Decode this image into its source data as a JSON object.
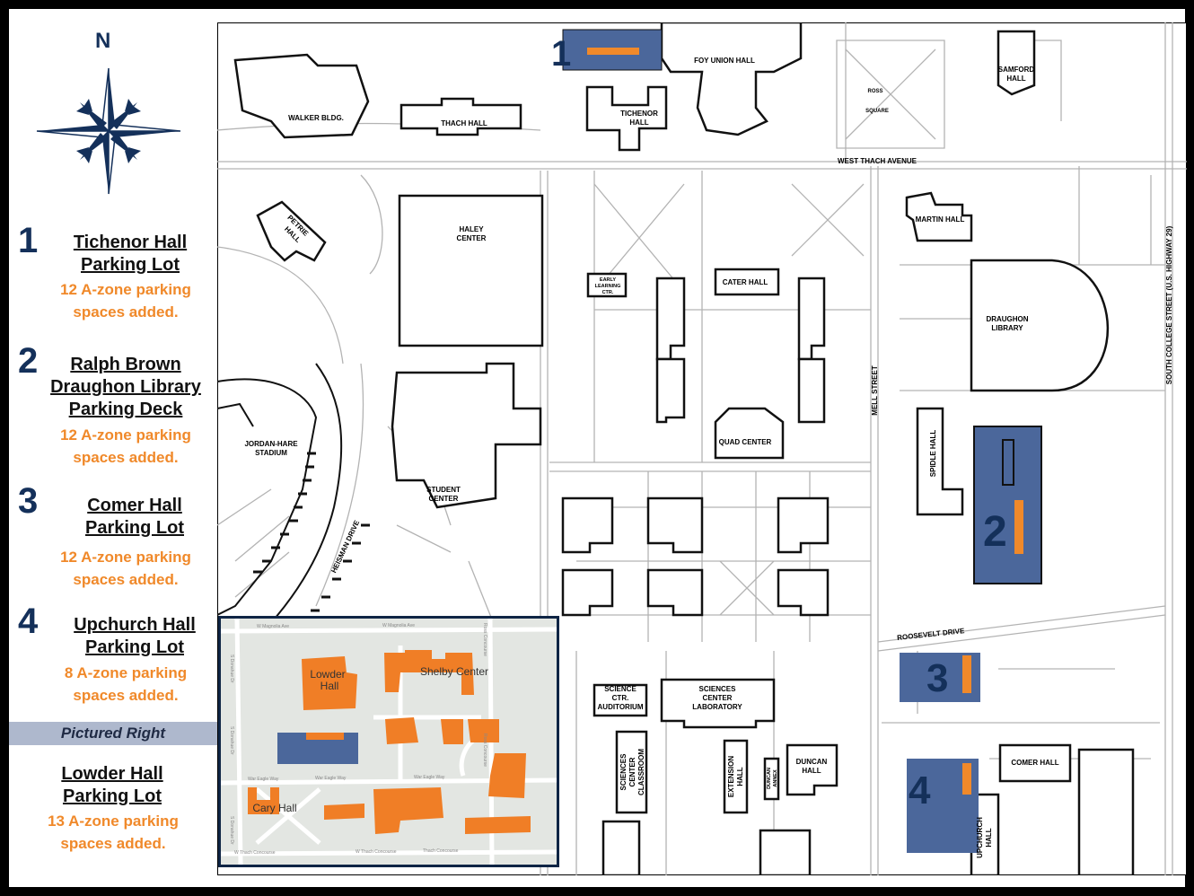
{
  "compass": {
    "north_label": "N"
  },
  "legend": [
    {
      "number": "1",
      "title_line1": "Tichenor Hall",
      "title_line2": "Parking Lot",
      "desc_line1": "12 A-zone parking",
      "desc_line2": "spaces added."
    },
    {
      "number": "2",
      "title_line1": "Ralph Brown",
      "title_line2": "Draughon Library",
      "title_line3": "Parking Deck",
      "desc_line1": "12 A-zone parking",
      "desc_line2": "spaces added."
    },
    {
      "number": "3",
      "title_line1": "Comer Hall",
      "title_line2": "Parking Lot",
      "desc_line1": "12 A-zone parking",
      "desc_line2": "spaces added."
    },
    {
      "number": "4",
      "title_line1": "Upchurch Hall",
      "title_line2": "Parking Lot",
      "desc_line1": "8 A-zone parking",
      "desc_line2": "spaces added."
    }
  ],
  "pictured_right": "Pictured Right",
  "lowder": {
    "title_line1": "Lowder Hall",
    "title_line2": "Parking Lot",
    "desc_line1": "13 A-zone parking",
    "desc_line2": "spaces added."
  },
  "map_labels": {
    "foy_union_hall": "FOY UNION HALL",
    "samford_1": "SAMFORD",
    "samford_2": "HALL",
    "walker": "WALKER BLDG.",
    "thach_hall": "THACH HALL",
    "tichenor_1": "TICHENOR",
    "tichenor_2": "HALL",
    "ross_1": "ROSS",
    "ross_2": "SQUARE",
    "west_thach_avenue": "WEST THACH AVENUE",
    "martin_hall": "MARTIN HALL",
    "south_college_street": "SOUTH COLLEGE STREET (U.S. HIGHWAY 29)",
    "petrie_1": "PETRIE",
    "petrie_2": "HALL",
    "haley_1": "HALEY",
    "haley_2": "CENTER",
    "early_1": "EARLY",
    "early_2": "LEARNING",
    "early_3": "CTR.",
    "cater_hall": "CATER HALL",
    "draughon_1": "DRAUGHON",
    "draughon_2": "LIBRARY",
    "mell_street": "MELL STREET",
    "jordan_hare_1": "JORDAN-HARE",
    "jordan_hare_2": "STADIUM",
    "quad_center": "QUAD CENTER",
    "spidle_hall": "SPIDLE HALL",
    "student_1": "STUDENT",
    "student_2": "CENTER",
    "heisman_drive": "HEISMAN DRIVE",
    "roosevelt_drive": "ROOSEVELT DRIVE",
    "sci_aud_1": "SCIENCE",
    "sci_aud_2": "CTR.",
    "sci_aud_3": "AUDITORIUM",
    "sci_lab_1": "SCIENCES",
    "sci_lab_2": "CENTER",
    "sci_lab_3": "LABORATORY",
    "sci_class_1": "SCIENCES",
    "sci_class_2": "CENTER",
    "sci_class_3": "CLASSROOM",
    "extension_1": "EXTENSION",
    "extension_2": "HALL",
    "duncan_annex_1": "DUNCAN",
    "duncan_annex_2": "ANNEX",
    "duncan_1": "DUNCAN",
    "duncan_2": "HALL",
    "comer_hall": "COMER HALL",
    "upchurch_1": "UPCHURCH",
    "upchurch_2": "HALL"
  },
  "lot_markers": {
    "lot1": "1",
    "lot2": "2",
    "lot3": "3",
    "lot4": "4"
  },
  "inset": {
    "lowder_1": "Lowder",
    "lowder_2": "Hall",
    "shelby_center": "Shelby Center",
    "cary_hall": "Cary Hall",
    "w_magnolia_ave_a": "W Magnolia Ave",
    "w_magnolia_ave_b": "W Magnolia Ave",
    "war_eagle_way_a": "War Eagle Way",
    "war_eagle_way_b": "War Eagle Way",
    "war_eagle_way_c": "War Eagle Way",
    "w_thach_concourse_a": "W Thach Concourse",
    "w_thach_concourse_b": "W Thach Concourse",
    "thach_concourse": "Thach Concourse",
    "s_donahue_dr_a": "S Donahue Dr",
    "s_donahue_dr_b": "S Donahue Dr",
    "s_donahue_dr_c": "S Donahue Dr",
    "ross_concourse_a": "Ross Concourse",
    "ross_concourse_b": "Ross Concourse"
  },
  "colors": {
    "lot_fill": "#4b679b",
    "accent": "#f0892a",
    "navy": "#14305a",
    "building_fill": "#ffffff",
    "building_stroke": "#111111",
    "road_stroke": "#b3b3b3",
    "inset_building": "#f07e26"
  },
  "icons": [
    "compass-rose-icon"
  ]
}
